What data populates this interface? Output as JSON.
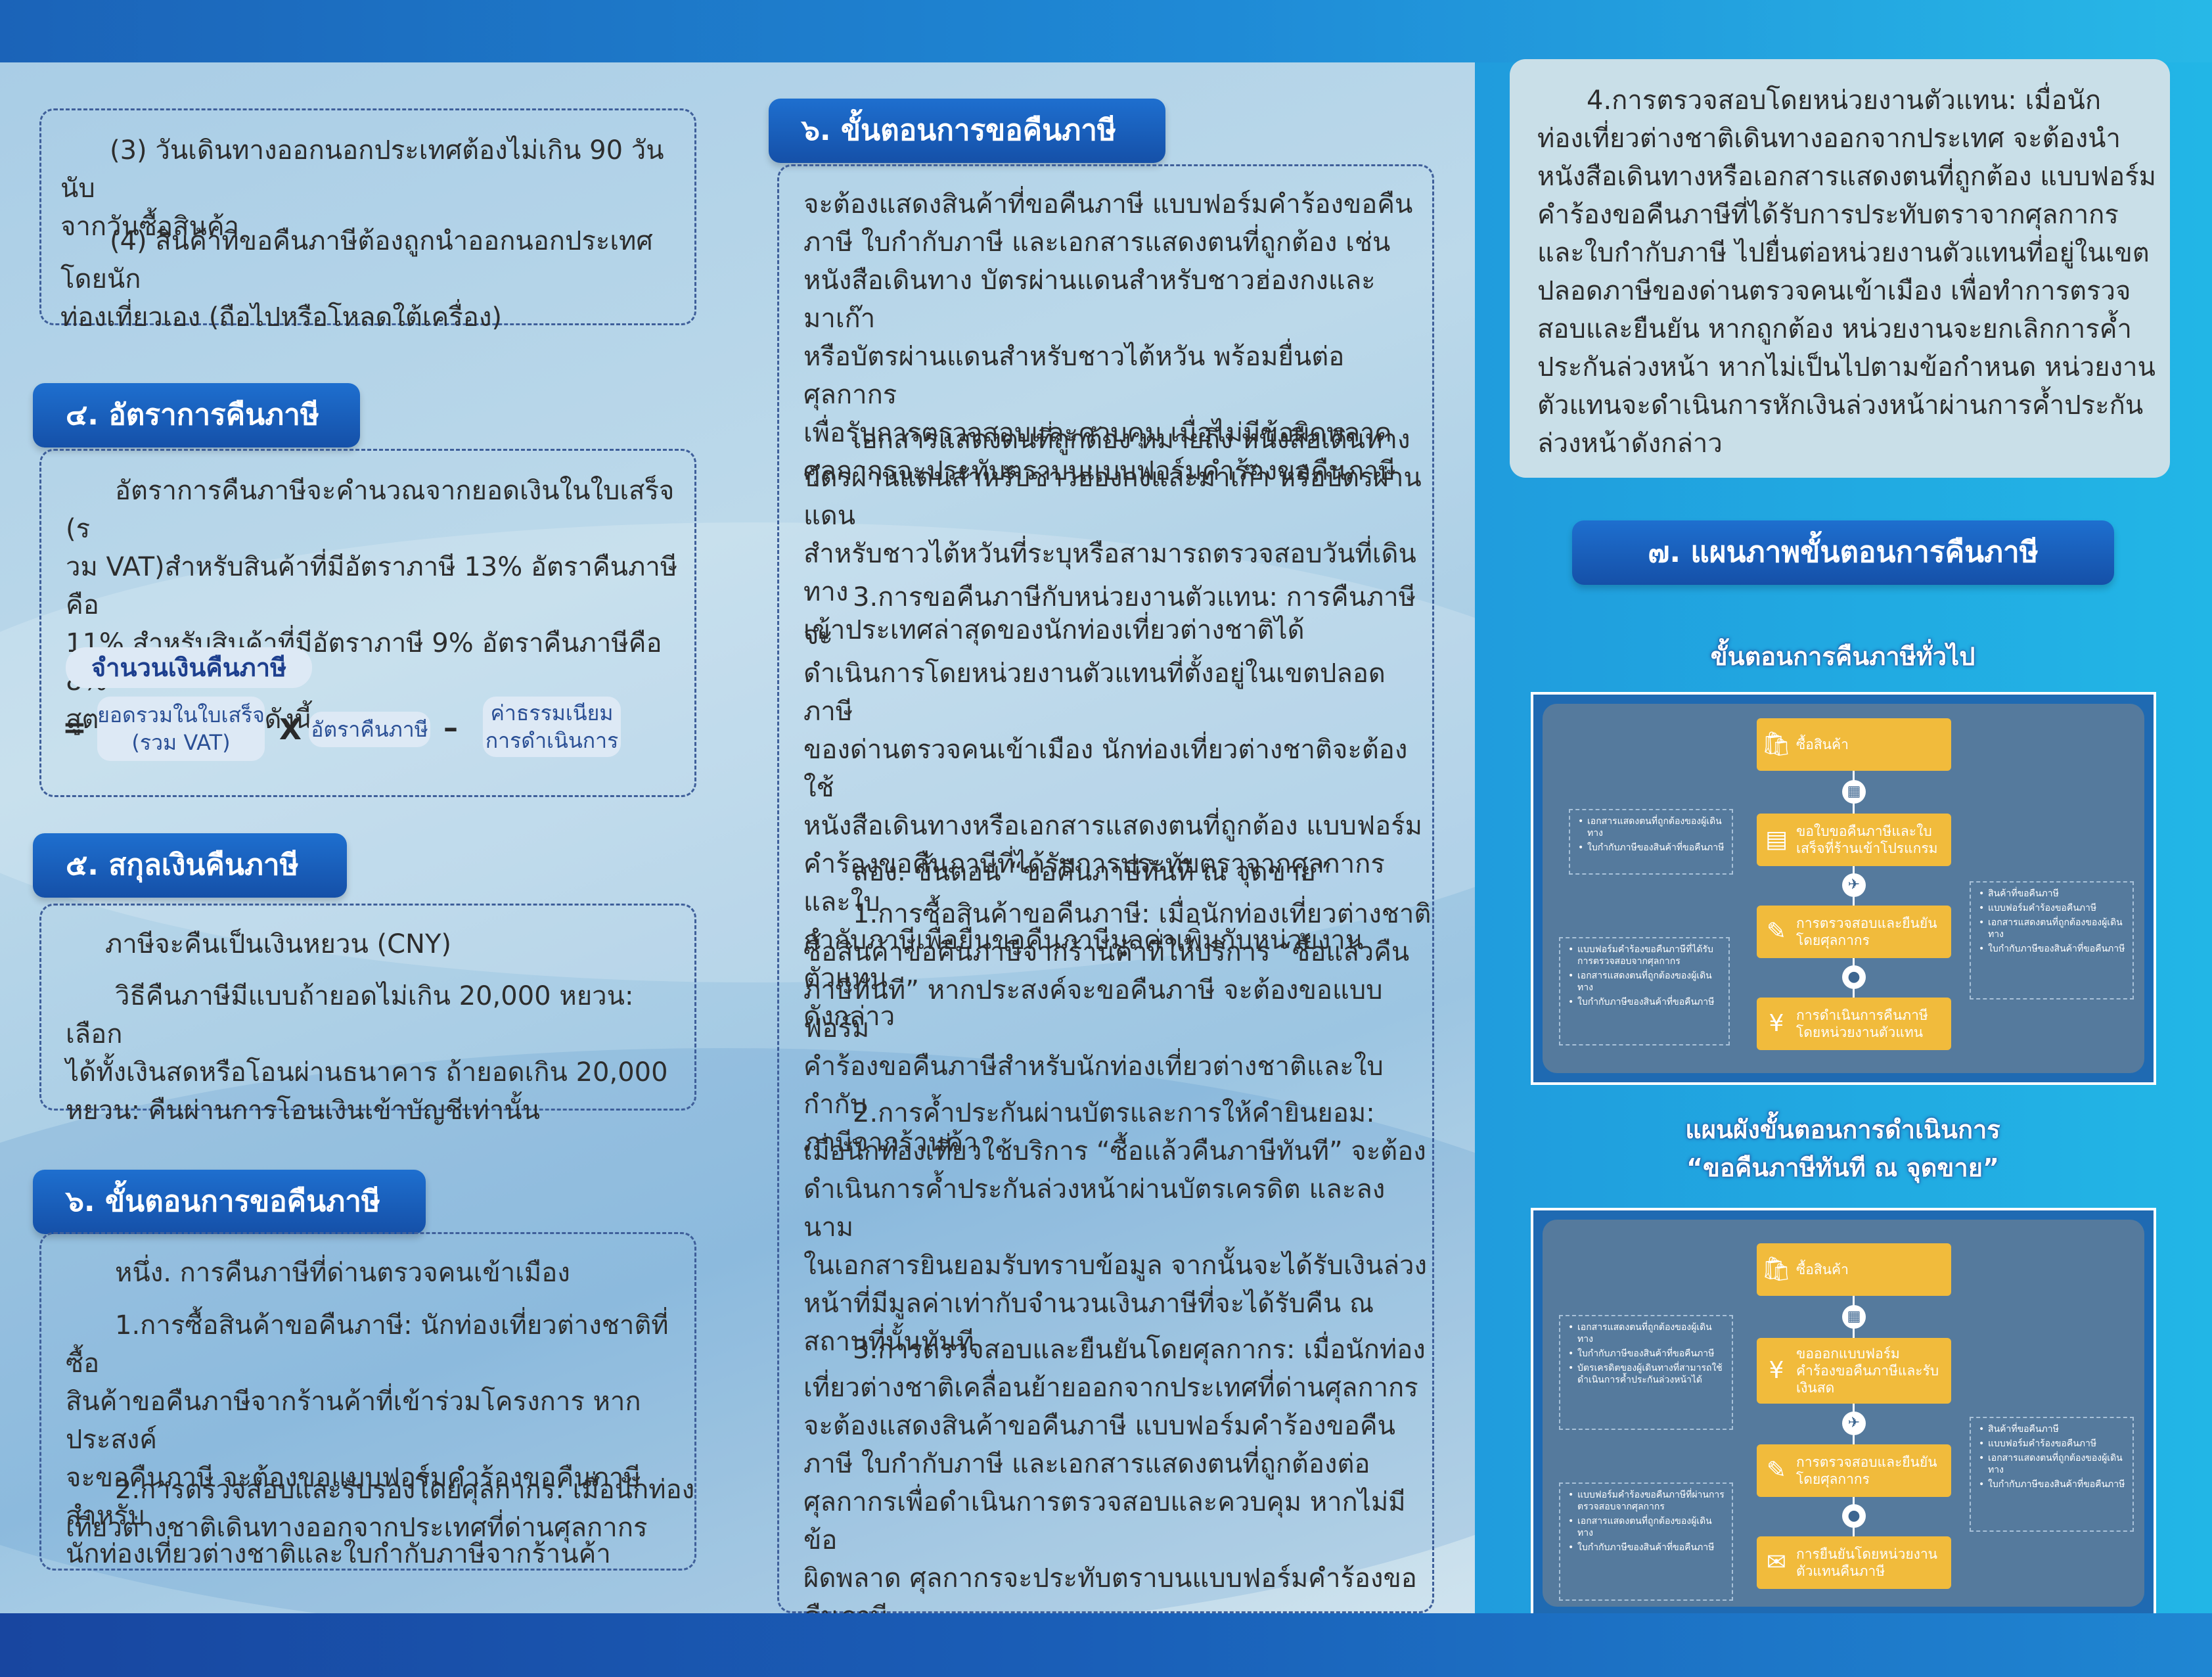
{
  "col1": {
    "box1": {
      "p1": "(3) วันเดินทางออกนอกประเทศต้องไม่เกิน 90 วันนับ\nจากวันซื้อสินค้า",
      "p2": "(4) สินค้าที่ขอคืนภาษีต้องถูกนำออกนอกประเทศโดยนัก\nท่องเที่ยวเอง (ถือไปหรือโหลดใต้เครื่อง)"
    },
    "sec4": {
      "heading": "๔. อัตราการคืนภาษี",
      "p1": "อัตราการคืนภาษีจะคำนวณจากยอดเงินในใบเสร็จ (ร\nวม VAT)สำหรับสินค้าที่มีอัตราภาษี 13% อัตราคืนภาษีคือ\n11%  สำหรับสินค้าที่มีอัตราภาษี 9% อัตราคืนภาษีคือ 8%\nสูตรการคำนวณมีดังนี้",
      "formula": {
        "title": "จำนวนเงินคืนภาษี",
        "eq": "=",
        "term1": "ยอดรวมในใบเสร็จ\n(รวม VAT)",
        "times": "X",
        "term2": "อัตราคืนภาษี",
        "minus": "–",
        "term3": "ค่าธรรมเนียม\nการดำเนินการ"
      }
    },
    "sec5": {
      "heading": "๕. สกุลเงินคืนภาษี",
      "p1": "ภาษีจะคืนเป็นเงินหยวน (CNY)",
      "p2": "วิธีคืนภาษีมีแบบถ้ายอดไม่เกิน 20,000 หยวน: เลือก\nได้ทั้งเงินสดหรือโอนผ่านธนาคาร ถ้ายอดเกิน 20,000\nหยวน: คืนผ่านการโอนเงินเข้าบัญชีเท่านั้น"
    },
    "sec6": {
      "heading": "๖. ขั้นตอนการขอคืนภาษี",
      "p1": "หนึ่ง.  การคืนภาษีที่ด่านตรวจคนเข้าเมือง",
      "p2": "1.การซื้อสินค้าขอคืนภาษี: นักท่องเที่ยวต่างชาติที่ซื้อ\nสินค้าขอคืนภาษีจากร้านค้าที่เข้าร่วมโครงการ หากประสงค์\nจะขอคืนภาษี จะต้องขอแบบฟอร์มคำร้องขอคืนภาษีสำหรับ\nนักท่องเที่ยวต่างชาติและใบกำกับภาษีจากร้านค้า",
      "p3": "2.การตรวจสอบและรับรองโดยศุลกากร: เมื่อนักท่อง\nเที่ยวต่างชาติเดินทางออกจากประเทศที่ด่านศุลกากร"
    }
  },
  "col2": {
    "heading": "๖. ขั้นตอนการขอคืนภาษี",
    "p1": "จะต้องแสดงสินค้าที่ขอคืนภาษี แบบฟอร์มคำร้องขอคืน\nภาษี ใบกำกับภาษี และเอกสารแสดงตนที่ถูกต้อง เช่น\nหนังสือเดินทาง บัตรผ่านแดนสำหรับชาวฮ่องกงและมาเก๊า\nหรือบัตรผ่านแดนสำหรับชาวไต้หวัน พร้อมยื่นต่อศุลกากร\nเพื่อรับการตรวจสอบและควบคุม เมื่อไม่มีข้อผิดพลาด\nศุลกากรจะประทับตราบนแบบฟอร์มคำร้องขอคืนภาษี",
    "p2": "เอกสารแสดงตนที่ถูกต้อง หมายถึง หนังสือเดินทาง\nบัตรผ่านแดนสำหรับชาวฮ่องกงและมาเก๊า หรือบัตรผ่านแดน\nสำหรับชาวไต้หวันที่ระบุหรือสามารถตรวจสอบวันที่เดินทาง\nเข้าประเทศล่าสุดของนักท่องเที่ยวต่างชาติได้",
    "p3": "3.การขอคืนภาษีกับหน่วยงานตัวแทน: การคืนภาษีจะ\nดำเนินการโดยหน่วยงานตัวแทนที่ตั้งอยู่ในเขตปลอดภาษี\nของด่านตรวจคนเข้าเมือง นักท่องเที่ยวต่างชาติจะต้องใช้\nหนังสือเดินทางหรือเอกสารแสดงตนที่ถูกต้อง แบบฟอร์ม\nคำร้องขอคืนภาษีที่ได้รับการประทับตราจากศุลกากร และใบ\nกำกับภาษีเพื่อยื่นขอคืนภาษีมูลค่าเพิ่มกับหน่วยงานตัวแทน\nดังกล่าว",
    "p4": "สอง. ขั้นตอน “ขอคืนภาษีทันที ณ จุดขาย”",
    "p5": "1.การซื้อสินค้าขอคืนภาษี: เมื่อนักท่องเที่ยวต่างชาติ\nซื้อสินค้าขอคืนภาษีจากร้านค้าที่ให้บริการ “ซื้อแล้วคืน\nภาษีทันที” หากประสงค์จะขอคืนภาษี จะต้องขอแบบฟอร์ม\nคำร้องขอคืนภาษีสำหรับนักท่องเที่ยวต่างชาติและใบกำกับ\nภาษีจากร้านค้า",
    "p6": "2.การค้ำประกันผ่านบัตรและการให้คำยินยอม:\nเมื่อนักท่องเที่ยวใช้บริการ “ซื้อแล้วคืนภาษีทันที” จะต้อง\nดำเนินการค้ำประกันล่วงหน้าผ่านบัตรเครดิต และลงนาม\nในเอกสารยินยอมรับทราบข้อมูล จากนั้นจะได้รับเงินล่วง\nหน้าที่มีมูลค่าเท่ากับจำนวนเงินภาษีที่จะได้รับคืน ณ\nสถานที่นั้นทันที",
    "p7": "3.การตรวจสอบและยืนยันโดยศุลกากร: เมื่อนักท่อง\nเที่ยวต่างชาติเคลื่อนย้ายออกจากประเทศที่ด่านศุลกากร\nจะต้องแสดงสินค้าขอคืนภาษี แบบฟอร์มคำร้องขอคืน\nภาษี ใบกำกับภาษี และเอกสารแสดงตนที่ถูกต้องต่อ\nศุลกากรเพื่อดำเนินการตรวจสอบและควบคุม หากไม่มีข้อ\nผิดพลาด ศุลกากรจะประทับตราบนแบบฟอร์มคำร้องขอ\nคืนภาษี"
  },
  "col3": {
    "card": "4.การตรวจสอบโดยหน่วยงานตัวแทน: เมื่อนัก\nท่องเที่ยวต่างชาติเดินทางออกจากประเทศ จะต้องนำ\nหนังสือเดินทางหรือเอกสารแสดงตนที่ถูกต้อง แบบฟอร์ม\nคำร้องขอคืนภาษีที่ได้รับการประทับตราจากศุลกากร\nและใบกำกับภาษี ไปยื่นต่อหน่วยงานตัวแทนที่อยู่ในเขต\nปลอดภาษีของด่านตรวจคนเข้าเมือง เพื่อทำการตรวจ\nสอบและยืนยัน หากถูกต้อง หน่วยงานจะยกเลิกการค้ำ\nประกันล่วงหน้า หากไม่เป็นไปตามข้อกำหนด หน่วยงาน\nตัวแทนจะดำเนินการหักเงินล่วงหน้าผ่านการค้ำประกัน\nล่วงหน้าดังกล่าว",
    "heading": "๗. แผนภาพขั้นตอนการคืนภาษี",
    "flow1": {
      "title": "ขั้นตอนการคืนภาษีทั่วไป",
      "steps": [
        "ซื้อสินค้า",
        "ขอใบขอคืนภาษีและใบ\nเสร็จที่ร้านเข้าโปรแกรม",
        "การตรวจสอบและยืนยัน\nโดยศุลกากร",
        "การดำเนินการคืนภาษี\nโดยหน่วยงานตัวแทน"
      ],
      "note_left1": [
        "เอกสารแสดงตนที่ถูกต้องของผู้เดินทาง",
        "ใบกำกับภาษีของสินค้าที่ขอคืนภาษี"
      ],
      "note_right": [
        "สินค้าที่ขอคืนภาษี",
        "แบบฟอร์มคำร้องขอคืนภาษี",
        "เอกสารแสดงตนที่ถูกต้องของผู้เดินทาง",
        "ใบกำกับภาษีของสินค้าที่ขอคืนภาษี"
      ],
      "note_left2": [
        "แบบฟอร์มคำร้องขอคืนภาษีที่ได้รับการตรวจสอบจากศุลกากร",
        "เอกสารแสดงตนที่ถูกต้องของผู้เดินทาง",
        "ใบกำกับภาษีของสินค้าที่ขอคืนภาษี"
      ]
    },
    "flow2": {
      "title": "แผนผังขั้นตอนการดำเนินการ\n“ขอคืนภาษีทันที ณ จุดขาย”",
      "steps": [
        "ซื้อสินค้า",
        "ขอออกแบบฟอร์ม\nคำร้องขอคืนภาษีและรับ\nเงินสด",
        "การตรวจสอบและยืนยัน\nโดยศุลกากร",
        "การยืนยันโดยหน่วยงาน\nตัวแทนคืนภาษี"
      ],
      "note_left1": [
        "เอกสารแสดงตนที่ถูกต้องของผู้เดินทาง",
        "ใบกำกับภาษีของสินค้าที่ขอคืนภาษี",
        "บัตรเครดิตของผู้เดินทางที่สามารถใช้ดำเนินการค้ำประกันล่วงหน้าได้"
      ],
      "note_right": [
        "สินค้าที่ขอคืนภาษี",
        "แบบฟอร์มคำร้องขอคืนภาษี",
        "เอกสารแสดงตนที่ถูกต้องของผู้เดินทาง",
        "ใบกำกับภาษีของสินค้าที่ขอคืนภาษี"
      ],
      "note_left2": [
        "แบบฟอร์มคำร้องขอคืนภาษีที่ผ่านการตรวจสอบจากศุลกากร",
        "เอกสารแสดงตนที่ถูกต้องของผู้เดินทาง",
        "ใบกำกับภาษีของสินค้าที่ขอคืนภาษี"
      ]
    }
  },
  "icons": {
    "step1": "shopping-bag-icon",
    "step2": "receipt-icon",
    "step3": "document-check-icon",
    "step4": "tax-refund-icon",
    "conn1": "receipt-icon",
    "conn2": "airplane-icon",
    "conn3": "officer-icon"
  },
  "colors": {
    "heading_bg": "#1550a8",
    "step_fill": "#f1bb3c",
    "flow_bg": "#557a9d"
  }
}
